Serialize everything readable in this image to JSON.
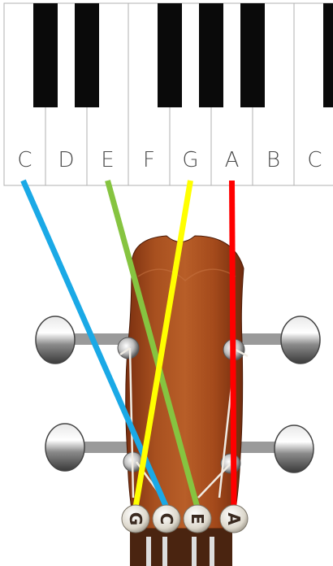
{
  "keyboard": {
    "white_keys": [
      "C",
      "D",
      "E",
      "F",
      "G",
      "A",
      "B",
      "C"
    ]
  },
  "ukulele": {
    "string_tags": [
      "G",
      "C",
      "E",
      "A"
    ]
  },
  "connections": [
    {
      "note": "C",
      "string": "C",
      "color": "#1aa9e6"
    },
    {
      "note": "E",
      "string": "E",
      "color": "#86c440"
    },
    {
      "note": "G",
      "string": "G",
      "color": "#ffff00"
    },
    {
      "note": "A",
      "string": "A",
      "color": "#ff0000"
    }
  ]
}
